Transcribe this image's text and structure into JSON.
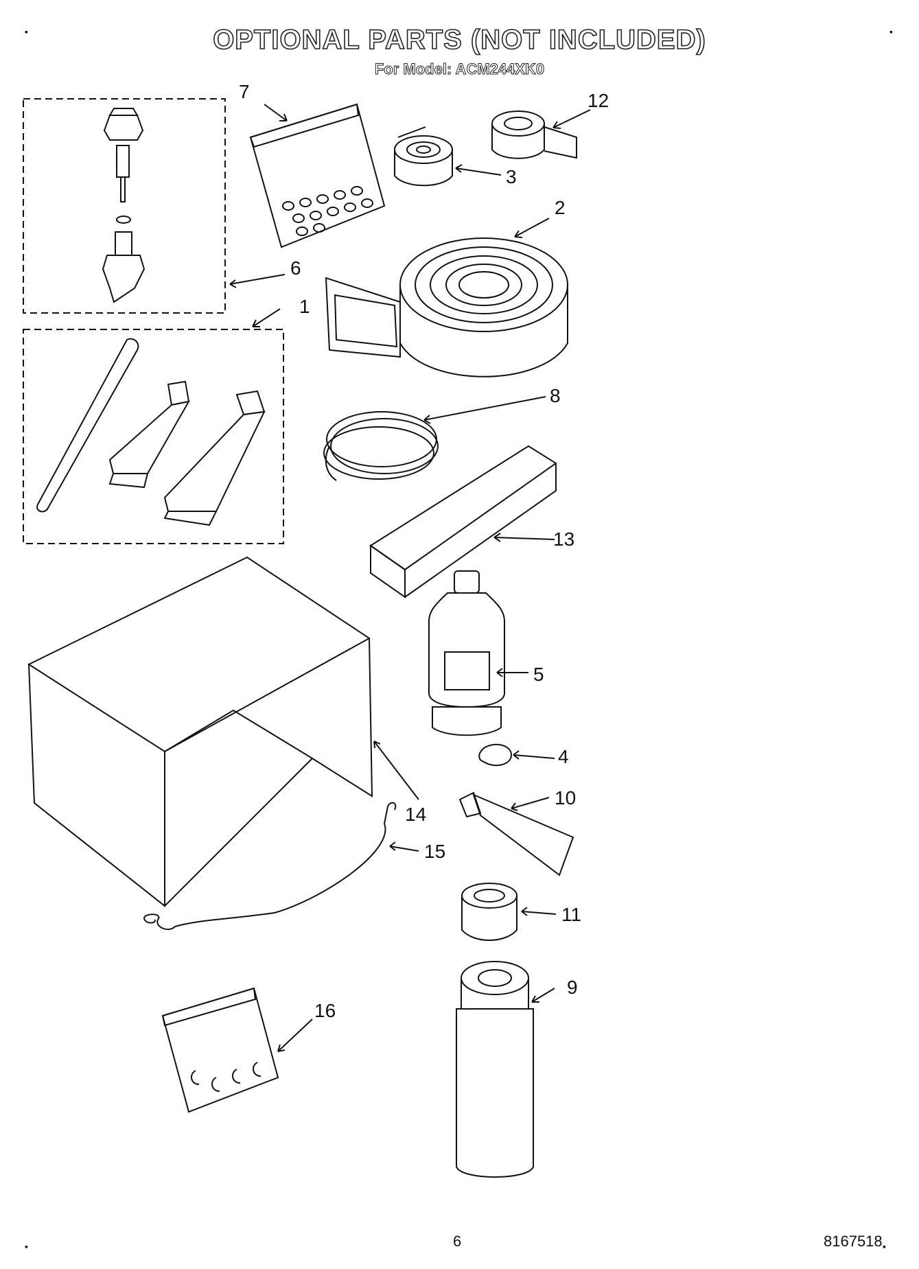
{
  "header": {
    "title": "OPTIONAL PARTS (NOT INCLUDED)",
    "subtitle": "For Model: ACM244XK0"
  },
  "footer": {
    "page_number": "6",
    "document_number": "8167518"
  },
  "callouts": [
    "1",
    "2",
    "3",
    "4",
    "5",
    "6",
    "7",
    "8",
    "9",
    "10",
    "11",
    "12",
    "13",
    "14",
    "15",
    "16"
  ]
}
